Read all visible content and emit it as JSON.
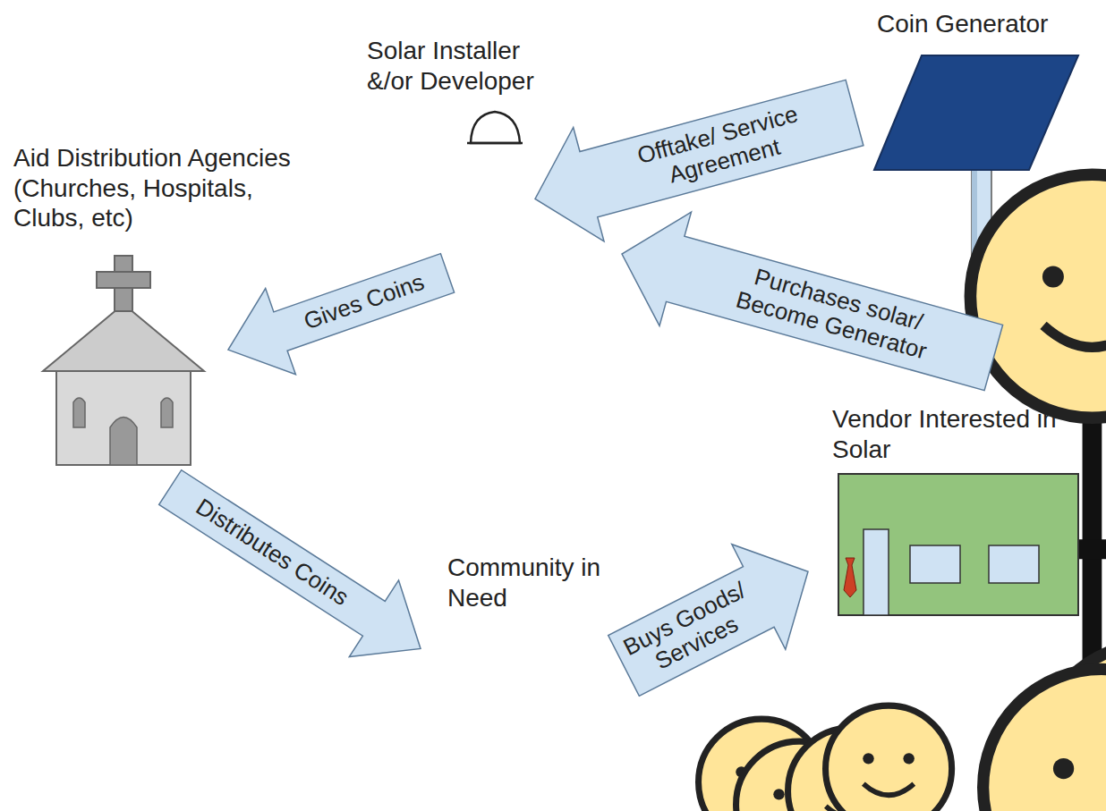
{
  "diagram": {
    "nodes": [
      {
        "text": [
          "Solar Installer &/or Developer"
        ]
      },
      {
        "text": [
          "Coin Generator"
        ]
      },
      {
        "text": [
          "Aid Distribution Agencies (Churches, Hospitals, Clubs, etc)"
        ]
      },
      {
        "text": [
          "Vendor Interested in Solar"
        ]
      },
      {
        "text": [
          "Community in Need"
        ]
      }
    ],
    "edges": [
      {
        "from": 1,
        "to": 0,
        "label": "Offtake/ Service Agreement",
        "arrow": "to"
      },
      {
        "from": 3,
        "to": 0,
        "label": "Purchases solar/ Become Generator",
        "arrow": "to"
      },
      {
        "from": 0,
        "to": 2,
        "label": "Gives Coins",
        "arrow": "to"
      },
      {
        "from": 2,
        "to": 4,
        "label": "Distributes Coins",
        "arrow": "to"
      },
      {
        "from": 4,
        "to": 3,
        "label": "Buys Goods/ Services",
        "arrow": "to"
      }
    ]
  }
}
